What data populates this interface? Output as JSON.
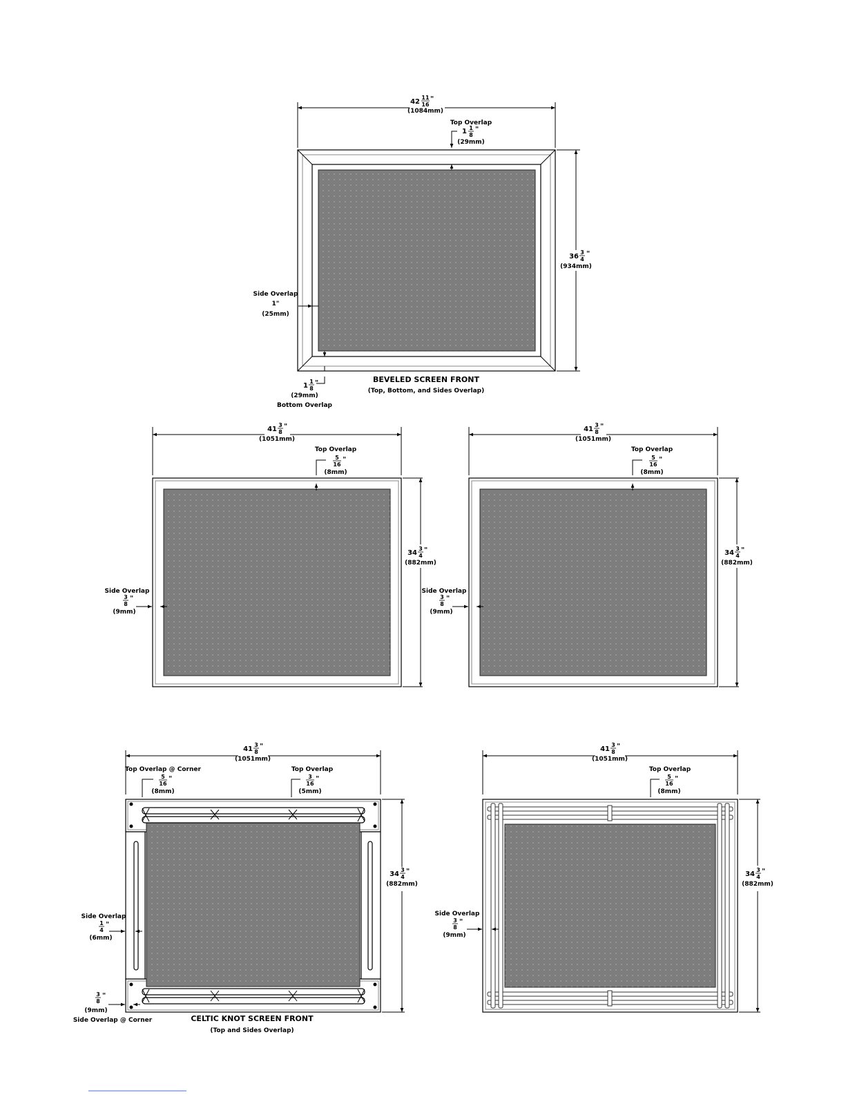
{
  "views": [
    {
      "id": "beveled",
      "width": {
        "whole": "42",
        "num": "11",
        "den": "16",
        "suffix": "\"",
        "mm": "(1084mm)"
      },
      "height": {
        "whole": "36",
        "num": "3",
        "den": "4",
        "suffix": "\"",
        "mm": "(934mm)"
      },
      "top_overlap": {
        "label": "Top Overlap",
        "whole": "1",
        "num": "1",
        "den": "8",
        "suffix": "\"",
        "mm": "(29mm)"
      },
      "side_overlap": {
        "label": "Side Overlap",
        "value": "1\"",
        "mm": "(25mm)"
      },
      "bottom_overlap": {
        "label": "Bottom Overlap",
        "whole": "1",
        "num": "1",
        "den": "8",
        "suffix": "\"",
        "mm": "(29mm)"
      },
      "title": "BEVELED SCREEN FRONT",
      "subtitle": "(Top, Bottom, and Sides Overlap)"
    },
    {
      "id": "flat-left",
      "width": {
        "whole": "41",
        "num": "3",
        "den": "8",
        "suffix": "\"",
        "mm": "(1051mm)"
      },
      "height": {
        "whole": "34",
        "num": "3",
        "den": "4",
        "suffix": "\"",
        "mm": "(882mm)"
      },
      "top_overlap": {
        "label": "Top Overlap",
        "num": "5",
        "den": "16",
        "suffix": "\"",
        "mm": "(8mm)"
      },
      "side_overlap": {
        "label": "Side Overlap",
        "num": "3",
        "den": "8",
        "suffix": "\"",
        "mm": "(9mm)"
      }
    },
    {
      "id": "flat-right",
      "width": {
        "whole": "41",
        "num": "3",
        "den": "8",
        "suffix": "\"",
        "mm": "(1051mm)"
      },
      "height": {
        "whole": "34",
        "num": "3",
        "den": "4",
        "suffix": "\"",
        "mm": "(882mm)"
      },
      "top_overlap": {
        "label": "Top Overlap",
        "num": "5",
        "den": "16",
        "suffix": "\"",
        "mm": "(8mm)"
      },
      "side_overlap": {
        "label": "Side Overlap",
        "num": "3",
        "den": "8",
        "suffix": "\"",
        "mm": "(9mm)"
      }
    },
    {
      "id": "celtic",
      "width": {
        "whole": "41",
        "num": "3",
        "den": "8",
        "suffix": "\"",
        "mm": "(1051mm)"
      },
      "height": {
        "whole": "34",
        "num": "3",
        "den": "4",
        "suffix": "\"",
        "mm": "(882mm)"
      },
      "top_overlap_corner": {
        "label": "Top Overlap @ Corner",
        "num": "5",
        "den": "16",
        "suffix": "\"",
        "mm": "(8mm)"
      },
      "top_overlap": {
        "label": "Top Overlap",
        "num": "3",
        "den": "16",
        "suffix": "\"",
        "mm": "(5mm)"
      },
      "side_overlap": {
        "label": "Side Overlap",
        "num": "1",
        "den": "4",
        "suffix": "\"",
        "mm": "(6mm)"
      },
      "side_overlap_corner": {
        "label": "Side Overlap @ Corner",
        "num": "3",
        "den": "8",
        "suffix": "\"",
        "mm": "(9mm)"
      },
      "title": "CELTIC KNOT SCREEN FRONT",
      "subtitle": "(Top and Sides Overlap)"
    },
    {
      "id": "mission",
      "width": {
        "whole": "41",
        "num": "3",
        "den": "8",
        "suffix": "\"",
        "mm": "(1051mm)"
      },
      "height": {
        "whole": "34",
        "num": "3",
        "den": "4",
        "suffix": "\"",
        "mm": "(882mm)"
      },
      "top_overlap": {
        "label": "Top Overlap",
        "num": "5",
        "den": "16",
        "suffix": "\"",
        "mm": "(8mm)"
      },
      "side_overlap": {
        "label": "Side Overlap",
        "num": "3",
        "den": "8",
        "suffix": "\"",
        "mm": "(9mm)"
      }
    }
  ],
  "colors": {
    "screen": "#7d7d7d",
    "footer_link": "#4a6fd6"
  }
}
